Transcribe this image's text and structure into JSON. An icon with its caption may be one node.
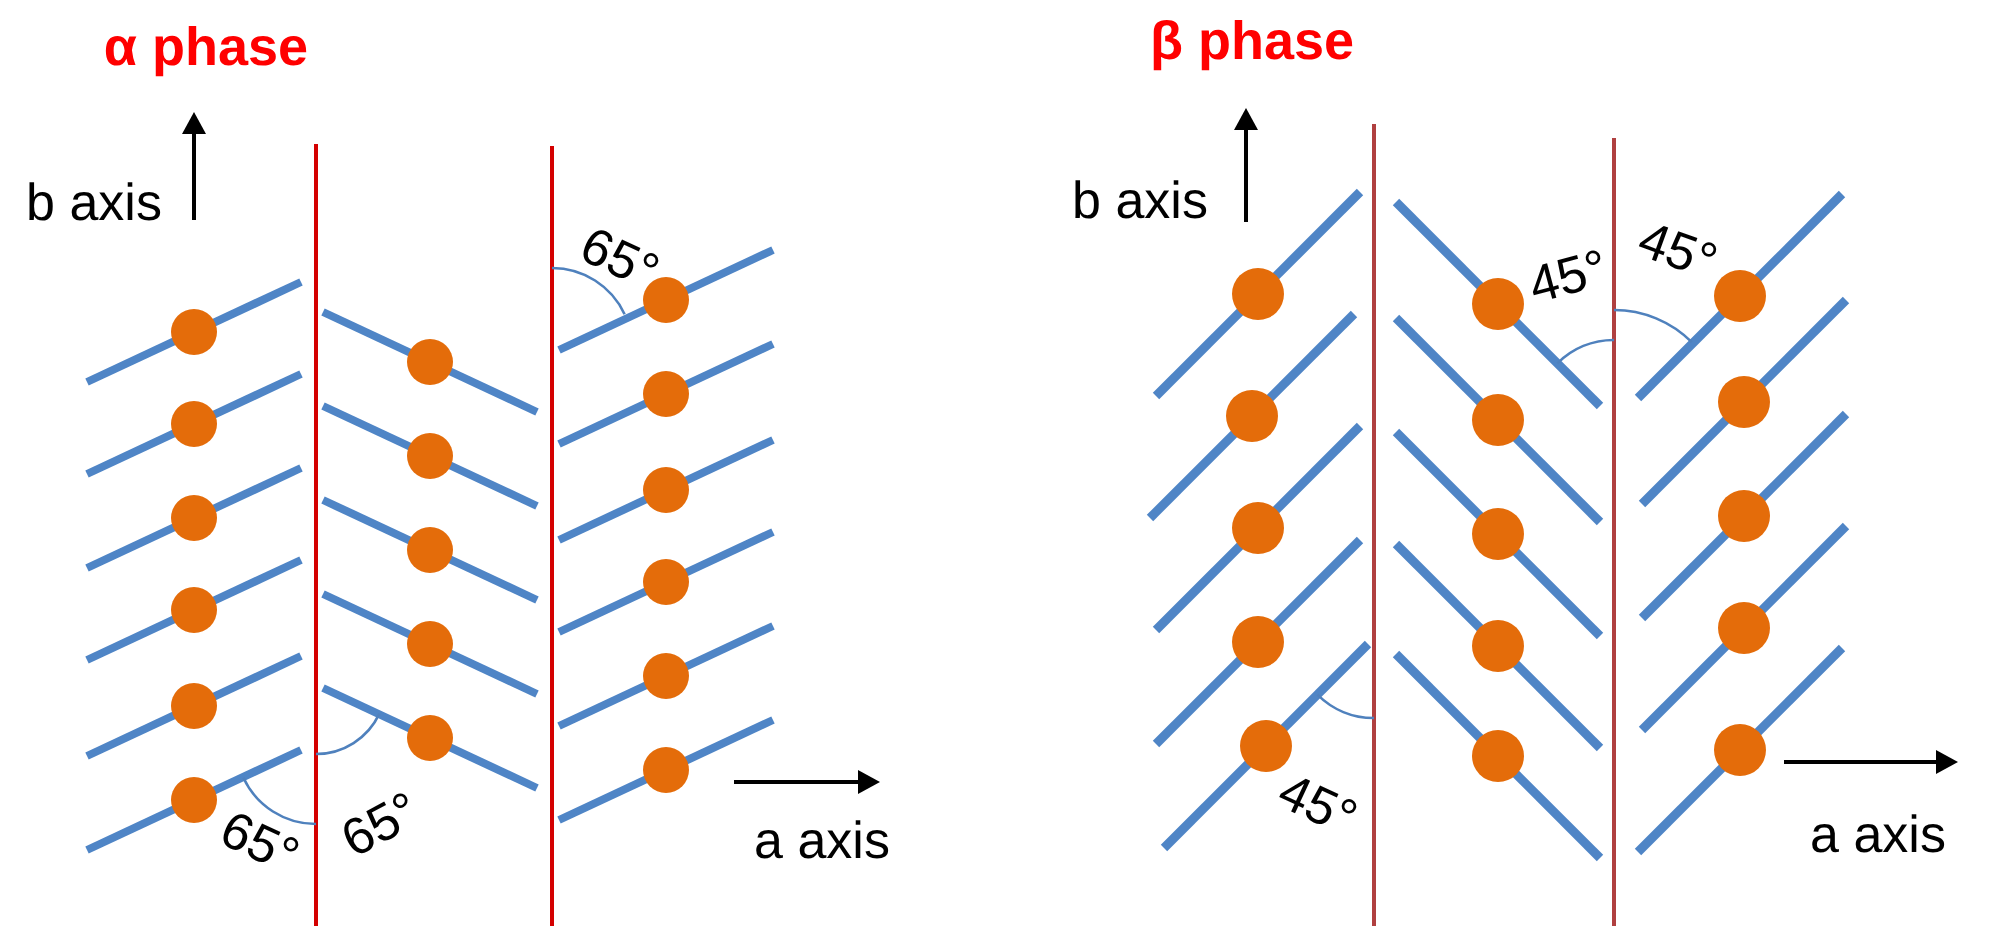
{
  "diagram": {
    "labels": [
      "α phase",
      "b axis",
      "65°",
      "65°",
      "65°",
      "a axis",
      "β phase",
      "b axis",
      "45°",
      "45°",
      "45°",
      "a axis"
    ]
  }
}
